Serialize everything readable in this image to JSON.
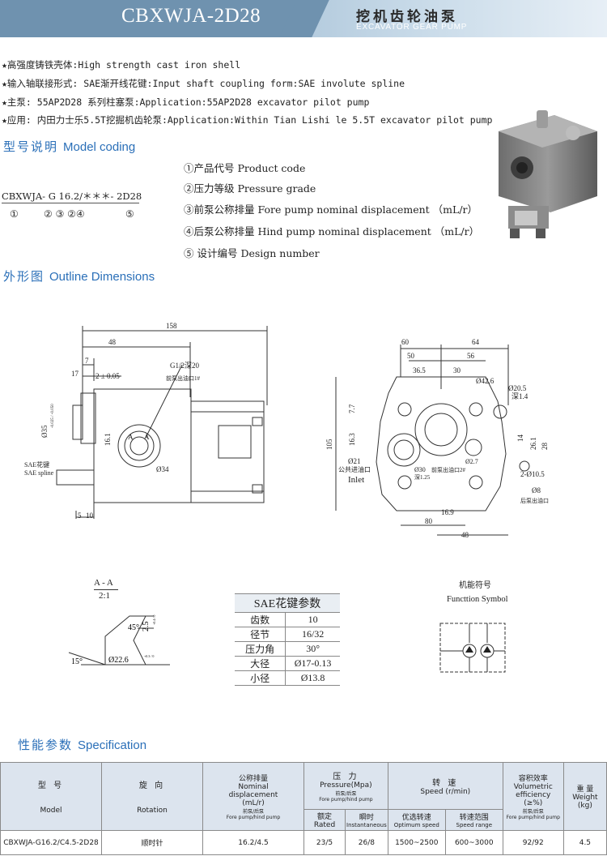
{
  "header": {
    "model": "CBXWJA-2D28",
    "title_cn": "挖机齿轮油泵",
    "title_en": "EXCAVATOR GEAR PUMP"
  },
  "features": [
    "★高强度铸铁壳体:High strength cast iron shell",
    "★输入轴联接形式: SAE渐开线花键:Input shaft coupling form:SAE involute spline",
    "★主泵: 55AP2D28 系列柱塞泵:Application:55AP2D28 excavator pilot pump",
    "★应用: 内田力士乐5.5T挖掘机齿轮泵:Application:Within Tian Lishi le 5.5T excavator pilot pump"
  ],
  "model_coding": {
    "title_cn": "型号说明",
    "title_en": "Model coding",
    "code_string": "CBXWJA- G 16.2/＊＊＊- 2D28",
    "code_numbers": [
      "①",
      "② ③ ②④",
      "⑤"
    ],
    "items": [
      "①产品代号  Product  code",
      "②压力等级  Pressure  grade",
      "③前泵公称排量 Fore pump nominal displacement （mL/r）",
      "④后泵公称排量 Hind pump nominal displacement （mL/r）",
      "⑤ 设计编号 Design  number"
    ]
  },
  "outline": {
    "title_cn": "外形图",
    "title_en": "Outline Dimensions",
    "side_view": {
      "dims": [
        "158",
        "48",
        "7",
        "17",
        "2 ± 0.05",
        "G1/2深20",
        "前泵出油口1#",
        "Ø35",
        "16.1",
        "Ø34",
        "SAE花键",
        "SAE spline",
        "5",
        "10",
        "A",
        "A"
      ],
      "tol_35": "-0.025 / -0.050"
    },
    "front_view": {
      "dims": [
        "60",
        "64",
        "50",
        "56",
        "36.5",
        "30",
        "Ø42.6",
        "Ø20.5",
        "深1.4",
        "7.7",
        "105",
        "16.3",
        "14",
        "26.1",
        "28",
        "Ø21",
        "公共进油口",
        "Inlet",
        "Ø2.7",
        "Ø30",
        "前泵出油口2#",
        "深1.25",
        "2-Ø10.5",
        "Ø8",
        "后泵出油口",
        "16.9",
        "80",
        "48"
      ]
    }
  },
  "section_aa": {
    "title": "A - A",
    "scale": "2:1",
    "labels": [
      "45°",
      "2.5",
      "15°",
      "Ø22.6"
    ],
    "tol_25": "+0.4 / 0",
    "tol_226": "+0.3 / 0"
  },
  "sae_table": {
    "title": "SAE花键参数",
    "rows": [
      {
        "k": "齿数",
        "v": "10"
      },
      {
        "k": "径节",
        "v": "16/32"
      },
      {
        "k": "压力角",
        "v": "30°"
      },
      {
        "k": "大径",
        "v": "Ø17-0.13"
      },
      {
        "k": "小径",
        "v": "Ø13.8"
      }
    ]
  },
  "function_symbol": {
    "title_cn": "机能符号",
    "title_en": "Functtion Symbol"
  },
  "specification": {
    "title_cn": "性能参数",
    "title_en": "Specification",
    "headers": {
      "model_cn": "型 号",
      "model_en": "Model",
      "rotation_cn": "旋 向",
      "rotation_en": "Rotation",
      "disp_cn": "公称排量",
      "disp_en1": "Nominal",
      "disp_en2": "displacement",
      "disp_unit": "(mL/r)",
      "disp_sub_cn": "前泵/后泵",
      "disp_sub_en": "Fore pump/hind pump",
      "pressure_cn": "压 力",
      "pressure_en": "Pressure(Mpa)",
      "pressure_sub_cn": "前泵/后泵",
      "pressure_sub_en": "Fore pump/hind pump",
      "rated_cn": "额定",
      "rated_en": "Rated",
      "inst_cn": "瞬时",
      "inst_en": "Instantaneous",
      "speed_cn": "转 速",
      "speed_en": "Speed (r/min)",
      "opt_cn": "优选转速",
      "opt_en": "Optimum speed",
      "range_cn": "转速范围",
      "range_en": "Speed range",
      "eff_cn": "容积效率",
      "eff_en1": "Volumetric",
      "eff_en2": "efficiency",
      "eff_unit": "(≥%)",
      "eff_sub_cn": "前泵/后泵",
      "eff_sub_en": "Fore pump/hind pump",
      "weight_cn": "重 量",
      "weight_en": "Weight",
      "weight_unit": "(kg)"
    },
    "row": {
      "model": "CBXWJA-G16.2/C4.5-2D28",
      "rotation": "顺时针",
      "displacement": "16.2/4.5",
      "rated": "23/5",
      "instantaneous": "26/8",
      "optimum": "1500~2500",
      "range": "600~3000",
      "efficiency": "92/92",
      "weight": "4.5"
    }
  },
  "colors": {
    "accent": "#2a6fb8",
    "header": "#6f92af",
    "table_head": "#dce4ee"
  }
}
